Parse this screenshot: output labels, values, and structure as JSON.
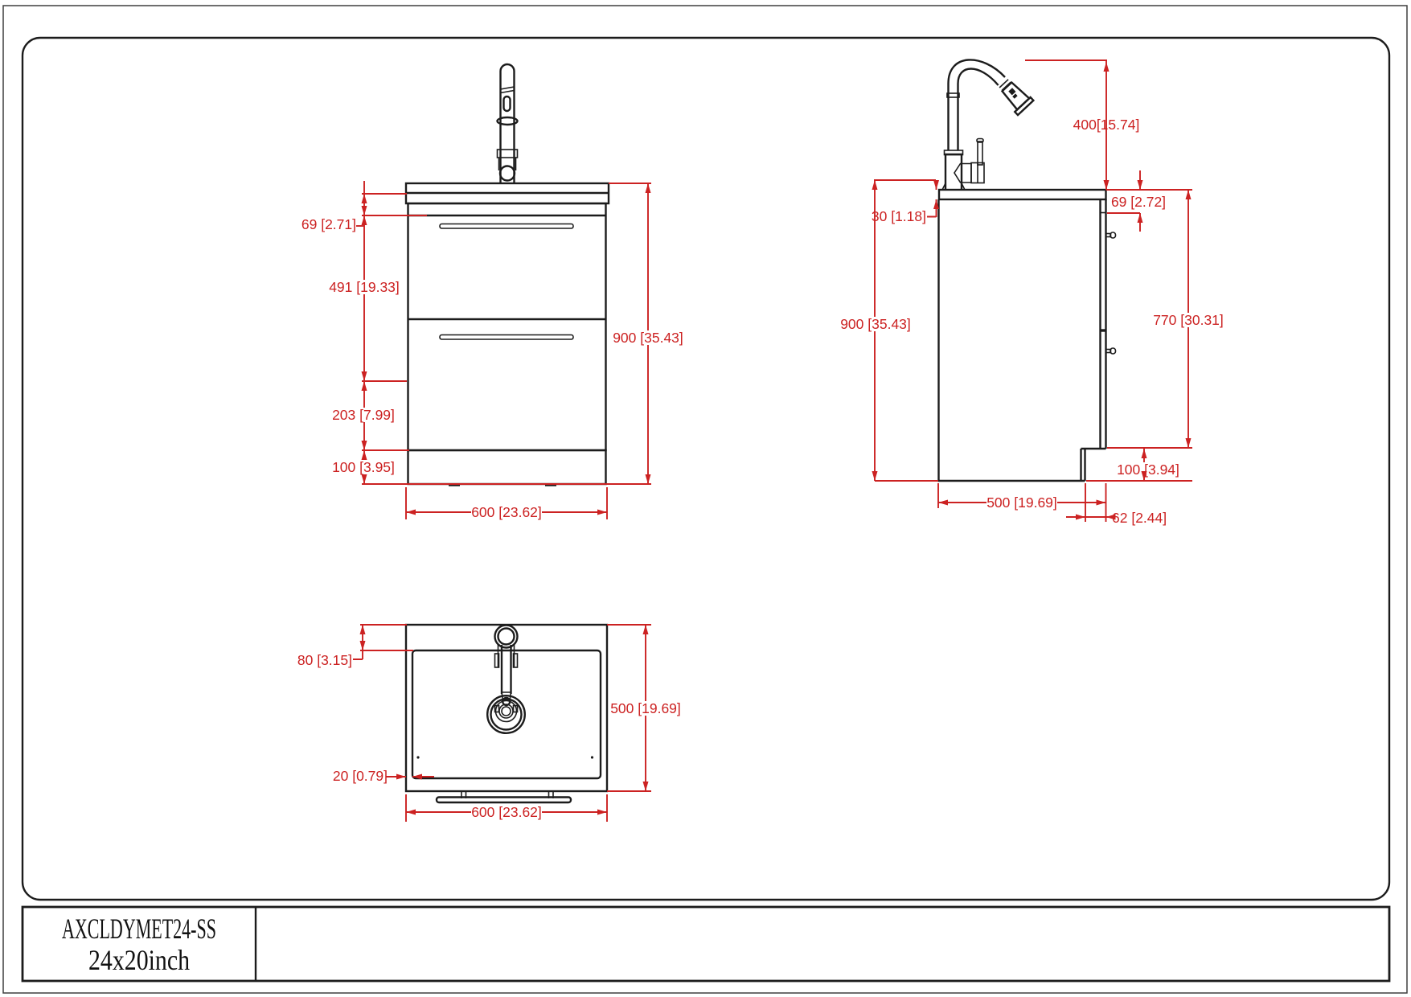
{
  "colors": {
    "dimension": "#cc2222",
    "line": "#1c1c1c"
  },
  "title_block": {
    "model": "AXCLDYMET24-SS",
    "size": "24x20inch"
  },
  "front_view": {
    "counter_to_cabinet_top": "69 [2.71]",
    "drawer_section_height": "491 [19.33]",
    "lower_section_height": "203 [7.99]",
    "toe_kick_height": "100 [3.95]",
    "overall_height": "900 [35.43]",
    "overall_width": "600 [23.62]"
  },
  "side_view": {
    "faucet_height": "400[15.74]",
    "counter_thickness": "30 [1.18]",
    "counter_to_cabinet_top": "69 [2.72]",
    "overall_height": "900 [35.43]",
    "front_panel_height": "770 [30.31]",
    "toe_kick_height": "100 [3.94]",
    "depth": "500 [19.69]",
    "front_panel_offset": "62 [2.44]"
  },
  "top_view": {
    "basin_front_offset": "80 [3.15]",
    "overall_depth": "500 [19.69]",
    "basin_side_offset": "20 [0.79]",
    "overall_width": "600 [23.62]"
  }
}
